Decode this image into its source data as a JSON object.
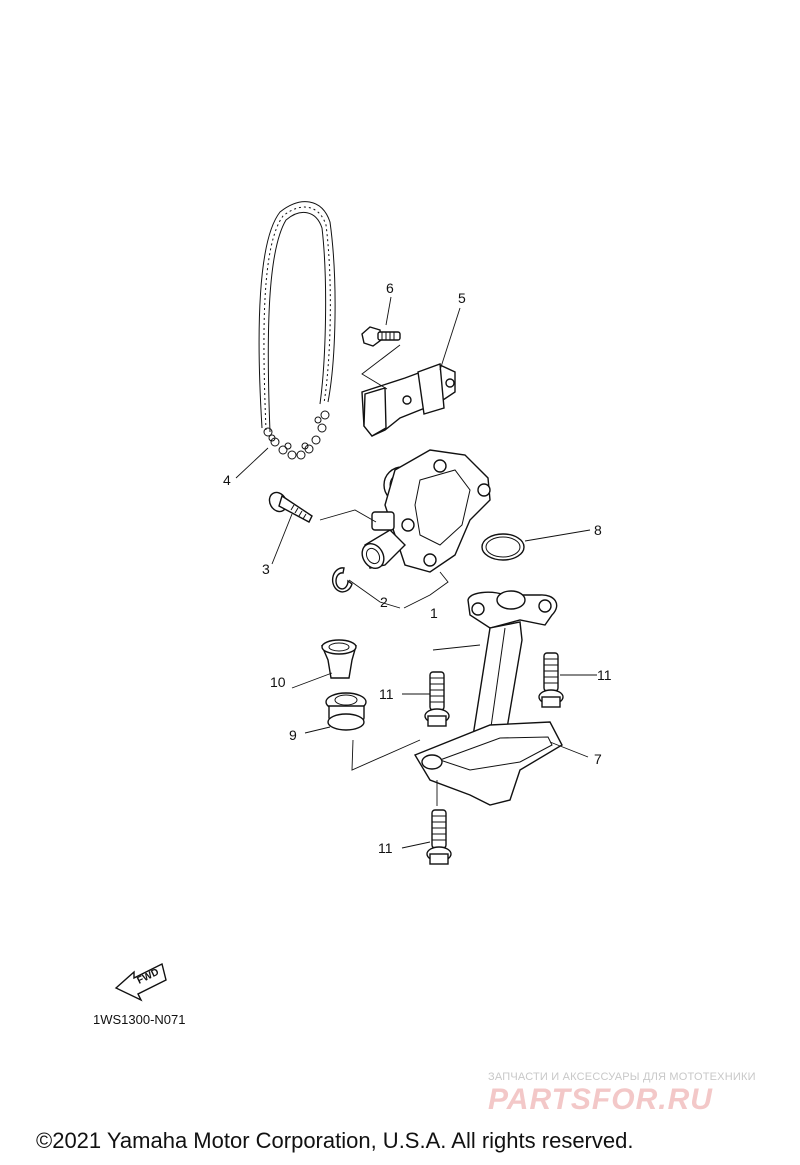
{
  "callouts": {
    "c1": "1",
    "c2": "2",
    "c3": "3",
    "c4": "4",
    "c5": "5",
    "c6": "6",
    "c7": "7",
    "c8": "8",
    "c9": "9",
    "c10": "10",
    "c11a": "11",
    "c11b": "11",
    "c11c": "11"
  },
  "fwd_label": "FWD",
  "diagram_code": "1WS1300-N071",
  "watermark": {
    "tagline": "ЗАПЧАСТИ И АКСЕССУАРЫ ДЛЯ МОТОТЕХНИКИ",
    "logo": "PARTSFOR.RU"
  },
  "copyright": "©2021 Yamaha Motor Corporation, U.S.A. All rights reserved."
}
